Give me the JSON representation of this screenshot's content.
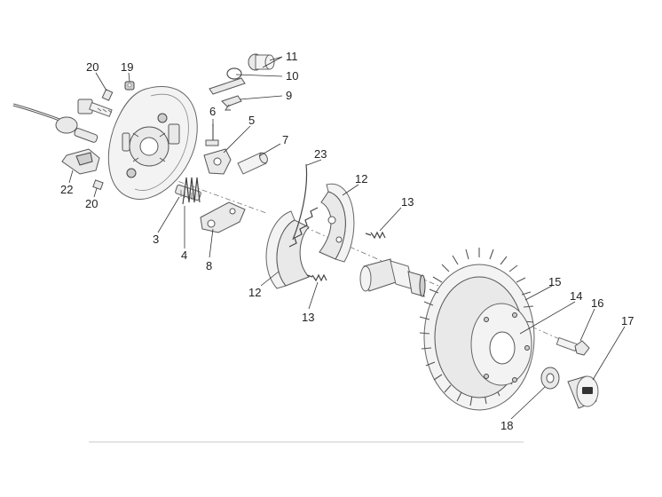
{
  "callouts": {
    "c1": "20",
    "c2": "19",
    "c3": "11",
    "c4": "10",
    "c5": "9",
    "c6": "6",
    "c7": "5",
    "c8": "7",
    "c9": "23",
    "c10": "12",
    "c11": "13",
    "c12": "22",
    "c13": "20",
    "c14": "3",
    "c15": "4",
    "c16": "8",
    "c17": "12",
    "c18": "13",
    "c19": "15",
    "c20": "14",
    "c21": "16",
    "c22": "17",
    "c23": "18"
  }
}
